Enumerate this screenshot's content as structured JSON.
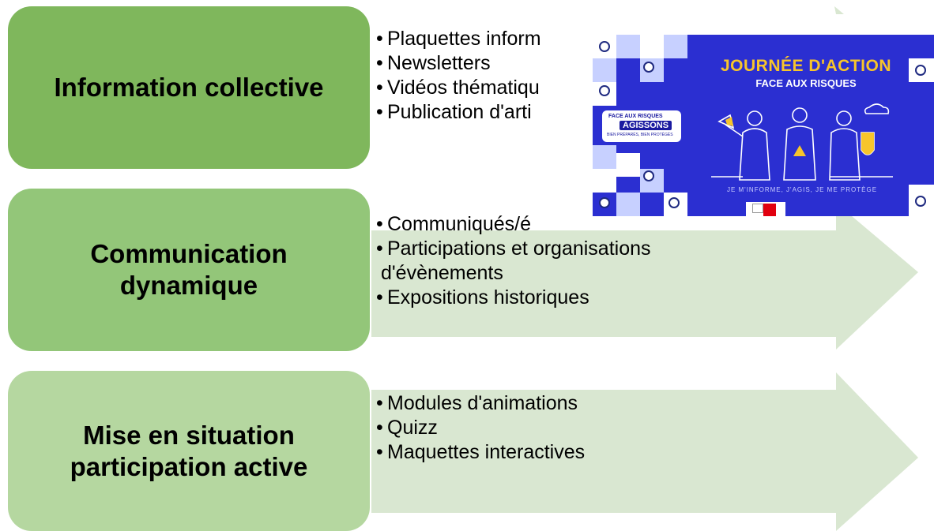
{
  "rows": [
    {
      "title_lines": [
        "Information collective"
      ],
      "bullets": [
        "Plaquettes inform",
        "Newsletters",
        "Vidéos thématiqu",
        "Publication d'arti"
      ],
      "box_color": "#7fb75c"
    },
    {
      "title_lines": [
        "Communication",
        "dynamique"
      ],
      "bullets": [
        "Communiqués/é",
        "Participations et organisations",
        "d'évènements",
        "Expositions historiques"
      ],
      "box_color": "#93c679"
    },
    {
      "title_lines": [
        "Mise en situation",
        "participation active"
      ],
      "bullets": [
        "Modules d'animations",
        "Quizz",
        "Maquettes interactives"
      ],
      "box_color": "#b5d7a0"
    }
  ],
  "arrow_color": "#d9e7d1",
  "poster": {
    "title": "JOURNÉE D'ACTION",
    "subtitle": "FACE AUX RISQUES",
    "badge_top": "FACE AUX RISQUES",
    "badge_main": "AGISSONS",
    "badge_bottom": "BIEN PRÉPARÉS, BIEN PROTÉGÉS",
    "tagline": "JE M'INFORME, J'AGIS, JE ME PROTÈGE",
    "background": "#2b2fd1",
    "title_color": "#f7c52b"
  }
}
